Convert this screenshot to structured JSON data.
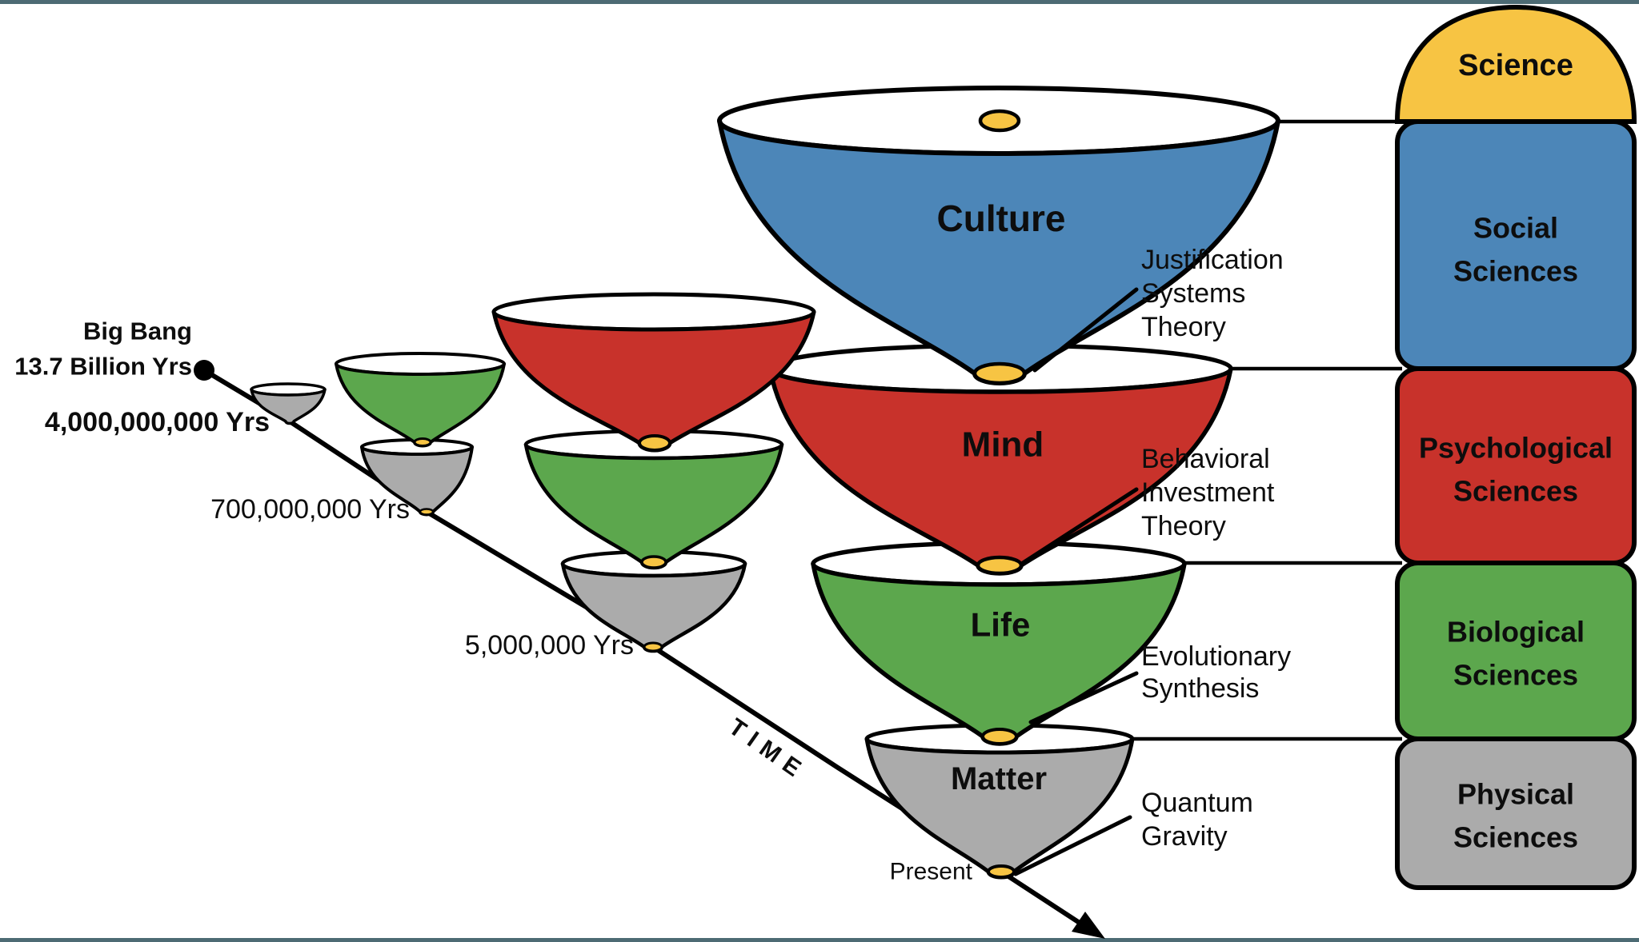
{
  "colors": {
    "background": "#ffffff",
    "outline": "#000000",
    "border_bar": "#4d6b74",
    "science_yellow": "#f7c443",
    "tip_yellow": "#f7c443",
    "social_blue": "#4c86b8",
    "psych_red": "#c8322b",
    "bio_green": "#5ca74d",
    "phys_gray": "#ababab"
  },
  "timeline": {
    "origin": {
      "line1": "Big Bang",
      "line2": "13.7 Billion Yrs"
    },
    "ticks": [
      "4,000,000,000 Yrs",
      "700,000,000 Yrs",
      "5,000,000 Yrs"
    ],
    "axis_word": "TIME",
    "present": "Present"
  },
  "funnels": {
    "culture": "Culture",
    "mind": "Mind",
    "life": "Life",
    "matter": "Matter"
  },
  "callouts": {
    "justification": {
      "lines": [
        "Justification",
        "Systems",
        "Theory"
      ]
    },
    "behavioral": {
      "lines": [
        "Behavioral",
        "Investment",
        "Theory"
      ]
    },
    "evolutionary": {
      "lines": [
        "Evolutionary",
        "Synthesis"
      ]
    },
    "quantum": {
      "lines": [
        "Quantum",
        "Gravity"
      ]
    }
  },
  "science_column": {
    "cap": "Science",
    "boxes": [
      {
        "id": "social",
        "lines": [
          "Social",
          "Sciences"
        ]
      },
      {
        "id": "psychological",
        "lines": [
          "Psychological",
          "Sciences"
        ]
      },
      {
        "id": "biological",
        "lines": [
          "Biological",
          "Sciences"
        ]
      },
      {
        "id": "physical",
        "lines": [
          "Physical",
          "Sciences"
        ]
      }
    ]
  }
}
